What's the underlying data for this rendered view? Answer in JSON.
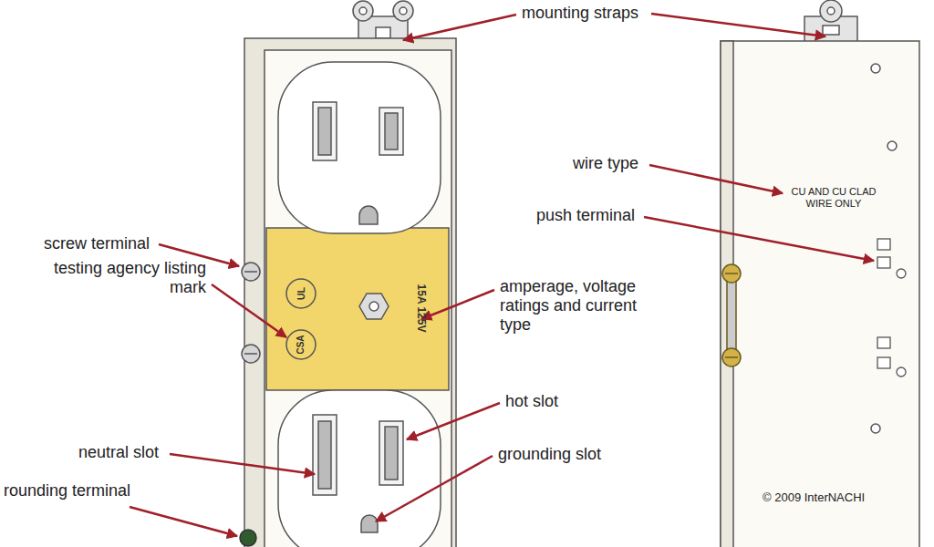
{
  "diagram": {
    "labels": [
      "mounting straps",
      "wire type",
      "CU AND CU CLAD WIRE ONLY",
      "push terminal",
      "screw terminal",
      "testing agency listing mark",
      "UL",
      "CSA",
      "15A 125V",
      "amperage, voltage ratings and current type",
      "neutral slot",
      "hot slot",
      "grounding slot",
      "rounding terminal",
      "© 2009 InterNACHI"
    ]
  }
}
